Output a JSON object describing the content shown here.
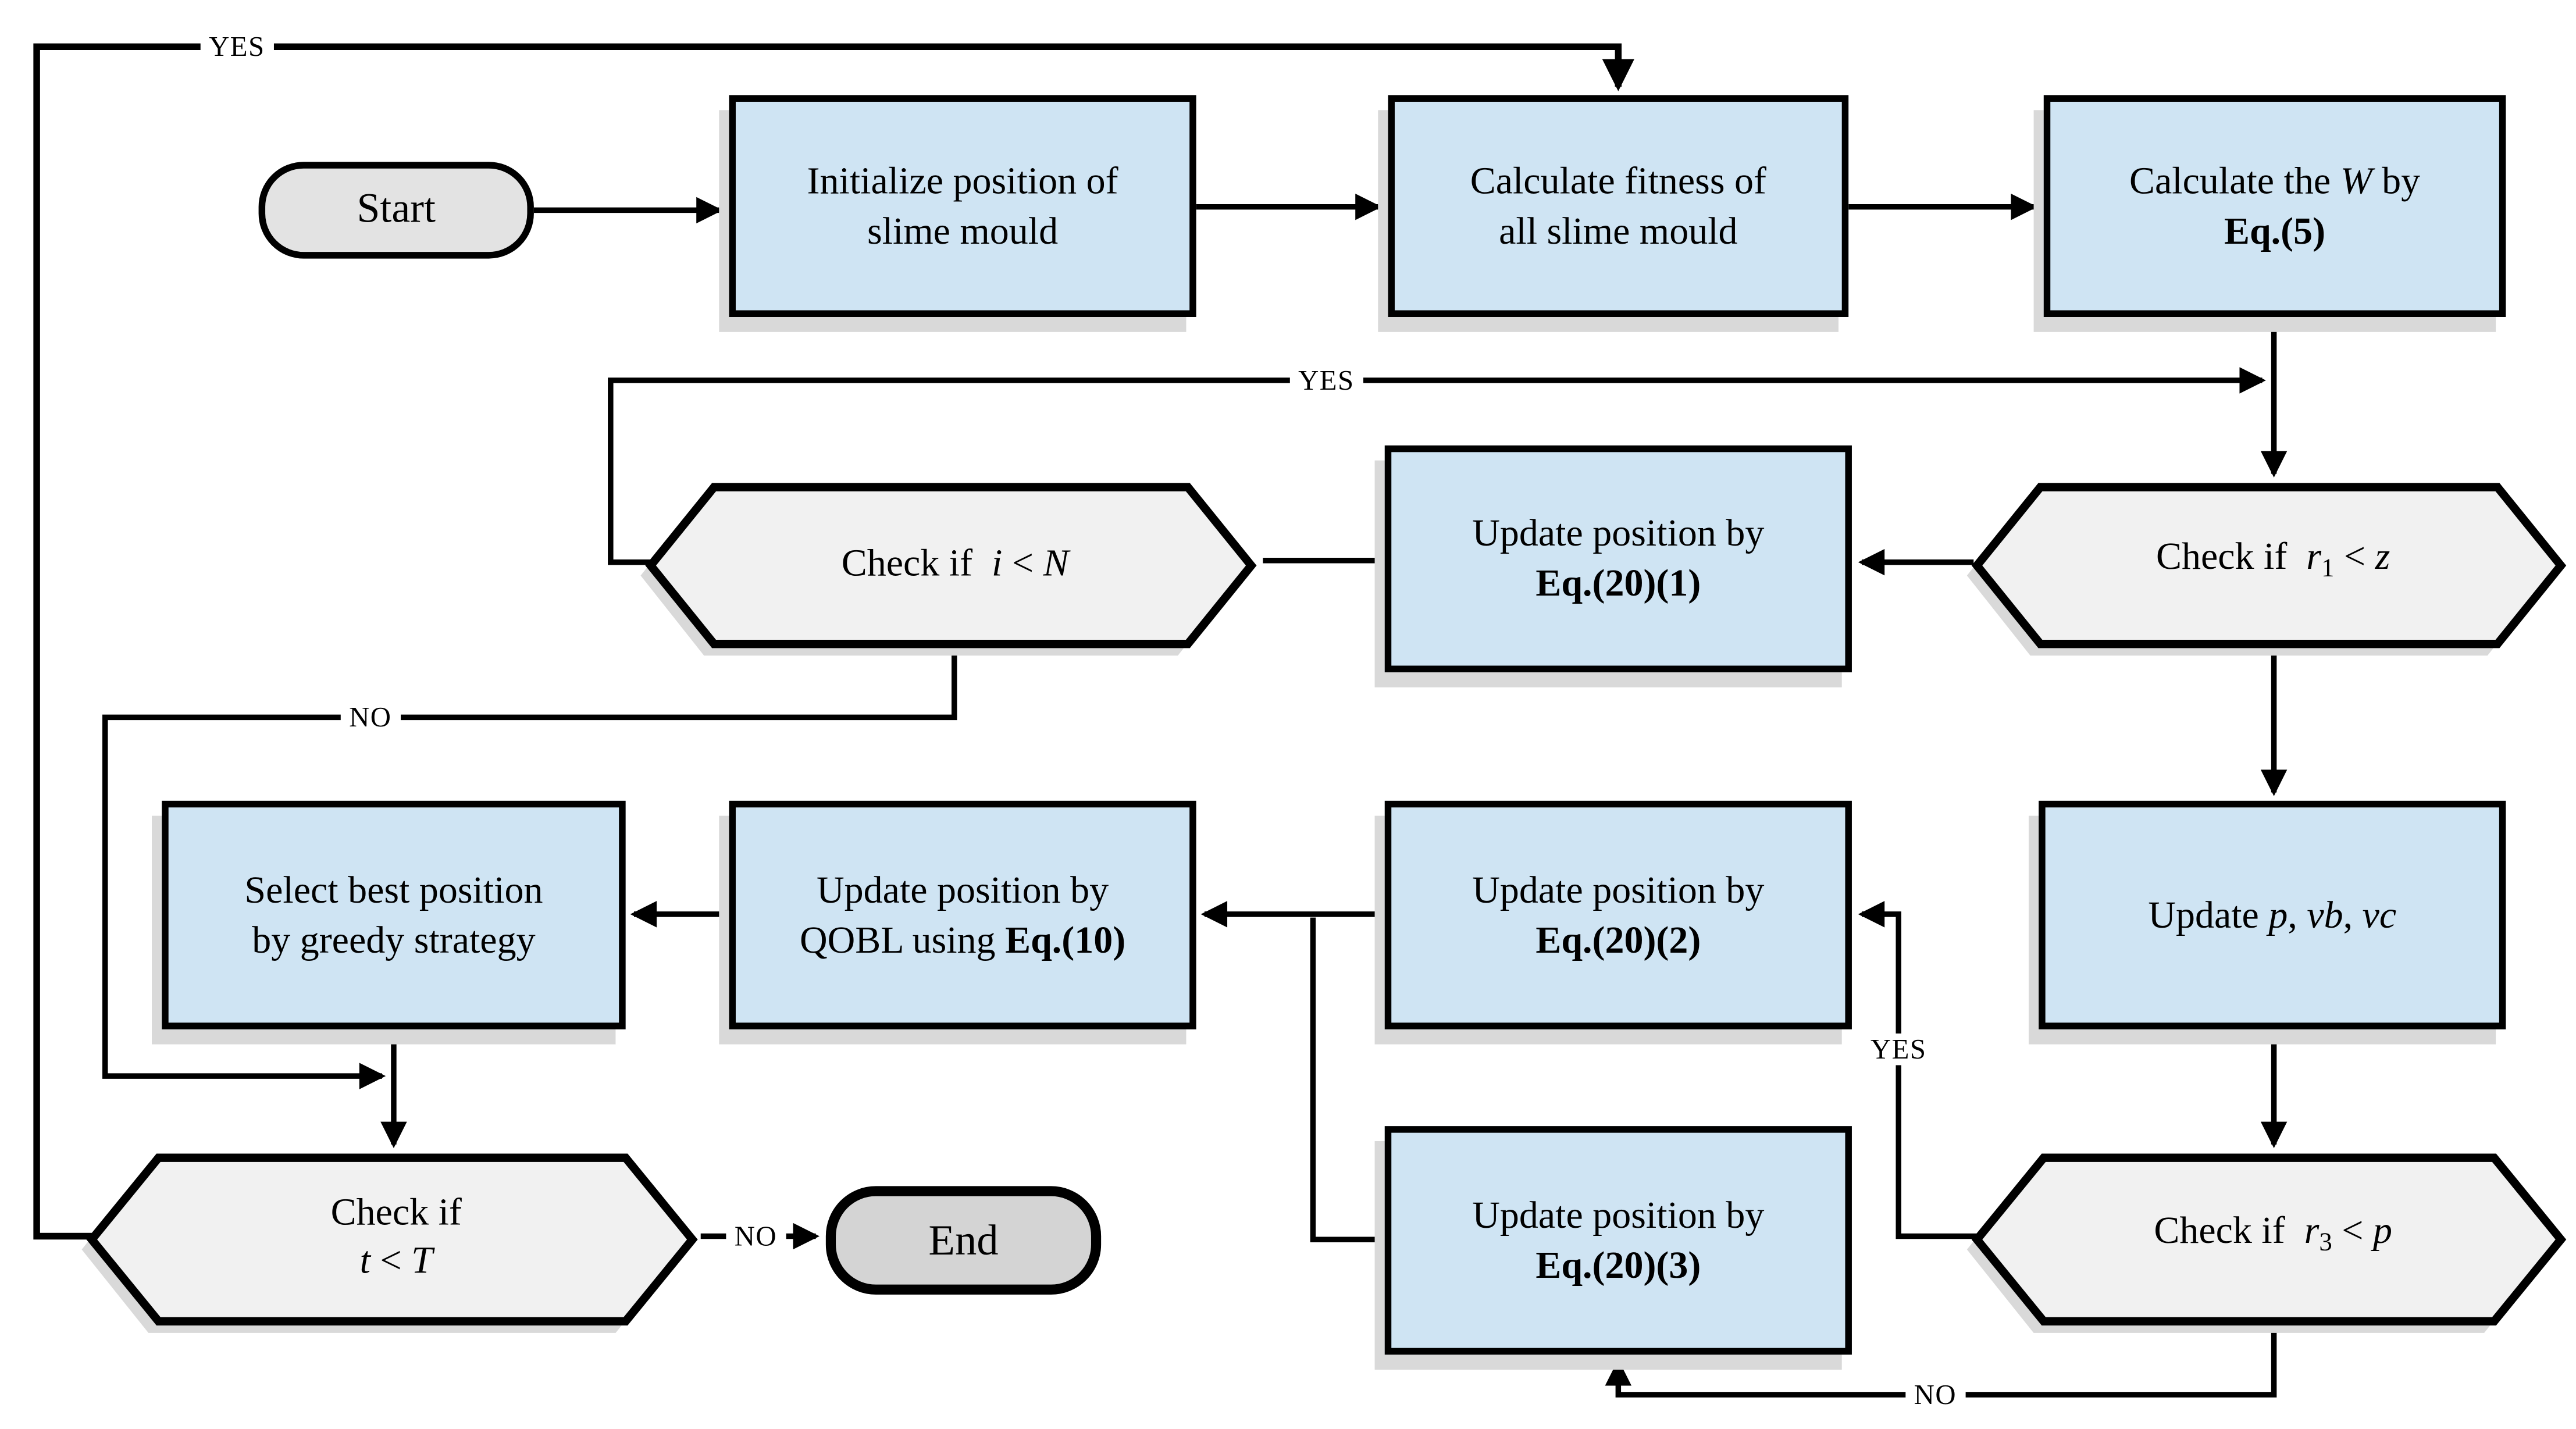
{
  "colors": {
    "line_color": "#000000",
    "process_fill": "#cfe4f3",
    "decision_fill": "#f1f1f1",
    "start_fill": "#e3e3e3",
    "end_fill": "#d4d4d4",
    "shadow": "#d9d9d9"
  },
  "nodes": {
    "start": {
      "label": "Start"
    },
    "end": {
      "label": "End"
    },
    "initialize": {
      "lines": [
        [
          {
            "t": "Initialize position of"
          }
        ],
        [
          {
            "t": "slime mould"
          }
        ]
      ]
    },
    "fitness": {
      "lines": [
        [
          {
            "t": "Calculate fitness of"
          }
        ],
        [
          {
            "t": "all slime mould"
          }
        ]
      ]
    },
    "calc_w": {
      "lines": [
        [
          {
            "t": "Calculate the "
          },
          {
            "t": "W",
            "s": "i"
          },
          {
            "t": " by"
          }
        ],
        [
          {
            "t": "Eq.(5)",
            "s": "b"
          }
        ]
      ]
    },
    "eq20_1": {
      "lines": [
        [
          {
            "t": "Update position by"
          }
        ],
        [
          {
            "t": "Eq.(20)(1)",
            "s": "b"
          }
        ]
      ]
    },
    "check_i_n": {
      "lines": [
        [
          {
            "t": "Check if  "
          },
          {
            "t": "i",
            "s": "i"
          },
          {
            "t": " < "
          },
          {
            "t": "N",
            "s": "i"
          }
        ]
      ]
    },
    "check_r1_z": {
      "lines": [
        [
          {
            "t": "Check if  "
          },
          {
            "t": "r",
            "s": "i"
          },
          {
            "t": "1",
            "s": "sub"
          },
          {
            "t": " < "
          },
          {
            "t": "z",
            "s": "i"
          }
        ]
      ]
    },
    "select_best": {
      "lines": [
        [
          {
            "t": "Select best position"
          }
        ],
        [
          {
            "t": "by greedy strategy"
          }
        ]
      ]
    },
    "qobl": {
      "lines": [
        [
          {
            "t": "Update position by"
          }
        ],
        [
          {
            "t": "QOBL using "
          },
          {
            "t": "Eq.(10)",
            "s": "b"
          }
        ]
      ]
    },
    "eq20_2": {
      "lines": [
        [
          {
            "t": "Update position by"
          }
        ],
        [
          {
            "t": "Eq.(20)(2)",
            "s": "b"
          }
        ]
      ]
    },
    "update_p": {
      "lines": [
        [
          {
            "t": "Update "
          },
          {
            "t": "p",
            "s": "i"
          },
          {
            "t": ", "
          },
          {
            "t": "vb",
            "s": "i"
          },
          {
            "t": ", "
          },
          {
            "t": "vc",
            "s": "i"
          }
        ]
      ]
    },
    "check_t_T": {
      "lines": [
        [
          {
            "t": "Check if"
          }
        ],
        [
          {
            "t": "t",
            "s": "i"
          },
          {
            "t": " < "
          },
          {
            "t": "T",
            "s": "i"
          }
        ]
      ]
    },
    "eq20_3": {
      "lines": [
        [
          {
            "t": "Update position by"
          }
        ],
        [
          {
            "t": "Eq.(20)(3)",
            "s": "b"
          }
        ]
      ]
    },
    "check_r3_p": {
      "lines": [
        [
          {
            "t": "Check if  "
          },
          {
            "t": "r",
            "s": "i"
          },
          {
            "t": "3",
            "s": "sub"
          },
          {
            "t": " < "
          },
          {
            "t": "p",
            "s": "i"
          }
        ]
      ]
    }
  },
  "edge_labels": {
    "yes_top": "YES",
    "yes_mid": "YES",
    "yes_right": "YES",
    "no_left": "NO",
    "no_mid": "NO",
    "no_bottom": "NO"
  }
}
